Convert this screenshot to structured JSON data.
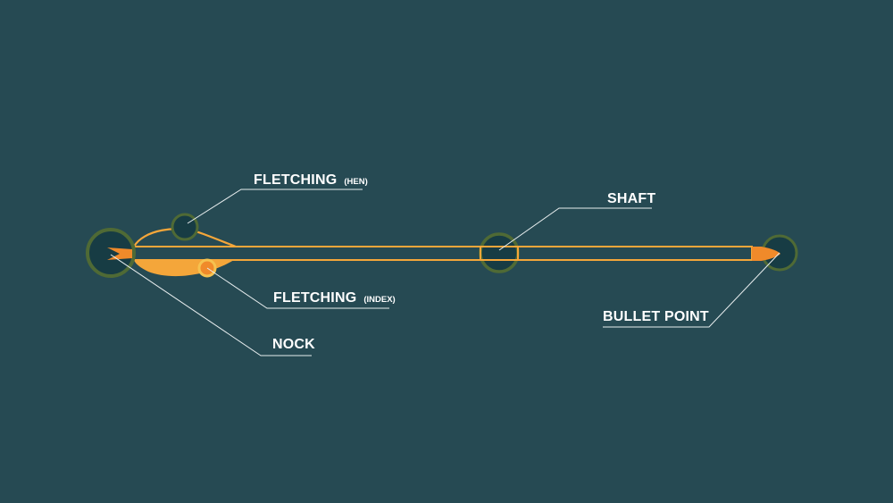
{
  "colors": {
    "background": "#264a53",
    "arrow_accent": "#f4a63a",
    "arrow_tip": "#f08a2a",
    "marker_fill": "#173c44",
    "marker_ring": "#4f6a35",
    "leader_line": "#e7edee",
    "label_text": "#ffffff"
  },
  "labels": {
    "fletching_hen": {
      "main": "FLETCHING",
      "sub": "(HEN)"
    },
    "shaft": {
      "main": "SHAFT"
    },
    "fletching_index": {
      "main": "FLETCHING",
      "sub": "(INDEX)"
    },
    "nock": {
      "main": "NOCK"
    },
    "bullet_point": {
      "main": "BULLET POINT"
    }
  },
  "icons": {
    "arrow": "arrow-diagram-icon",
    "marker": "callout-marker-icon"
  }
}
